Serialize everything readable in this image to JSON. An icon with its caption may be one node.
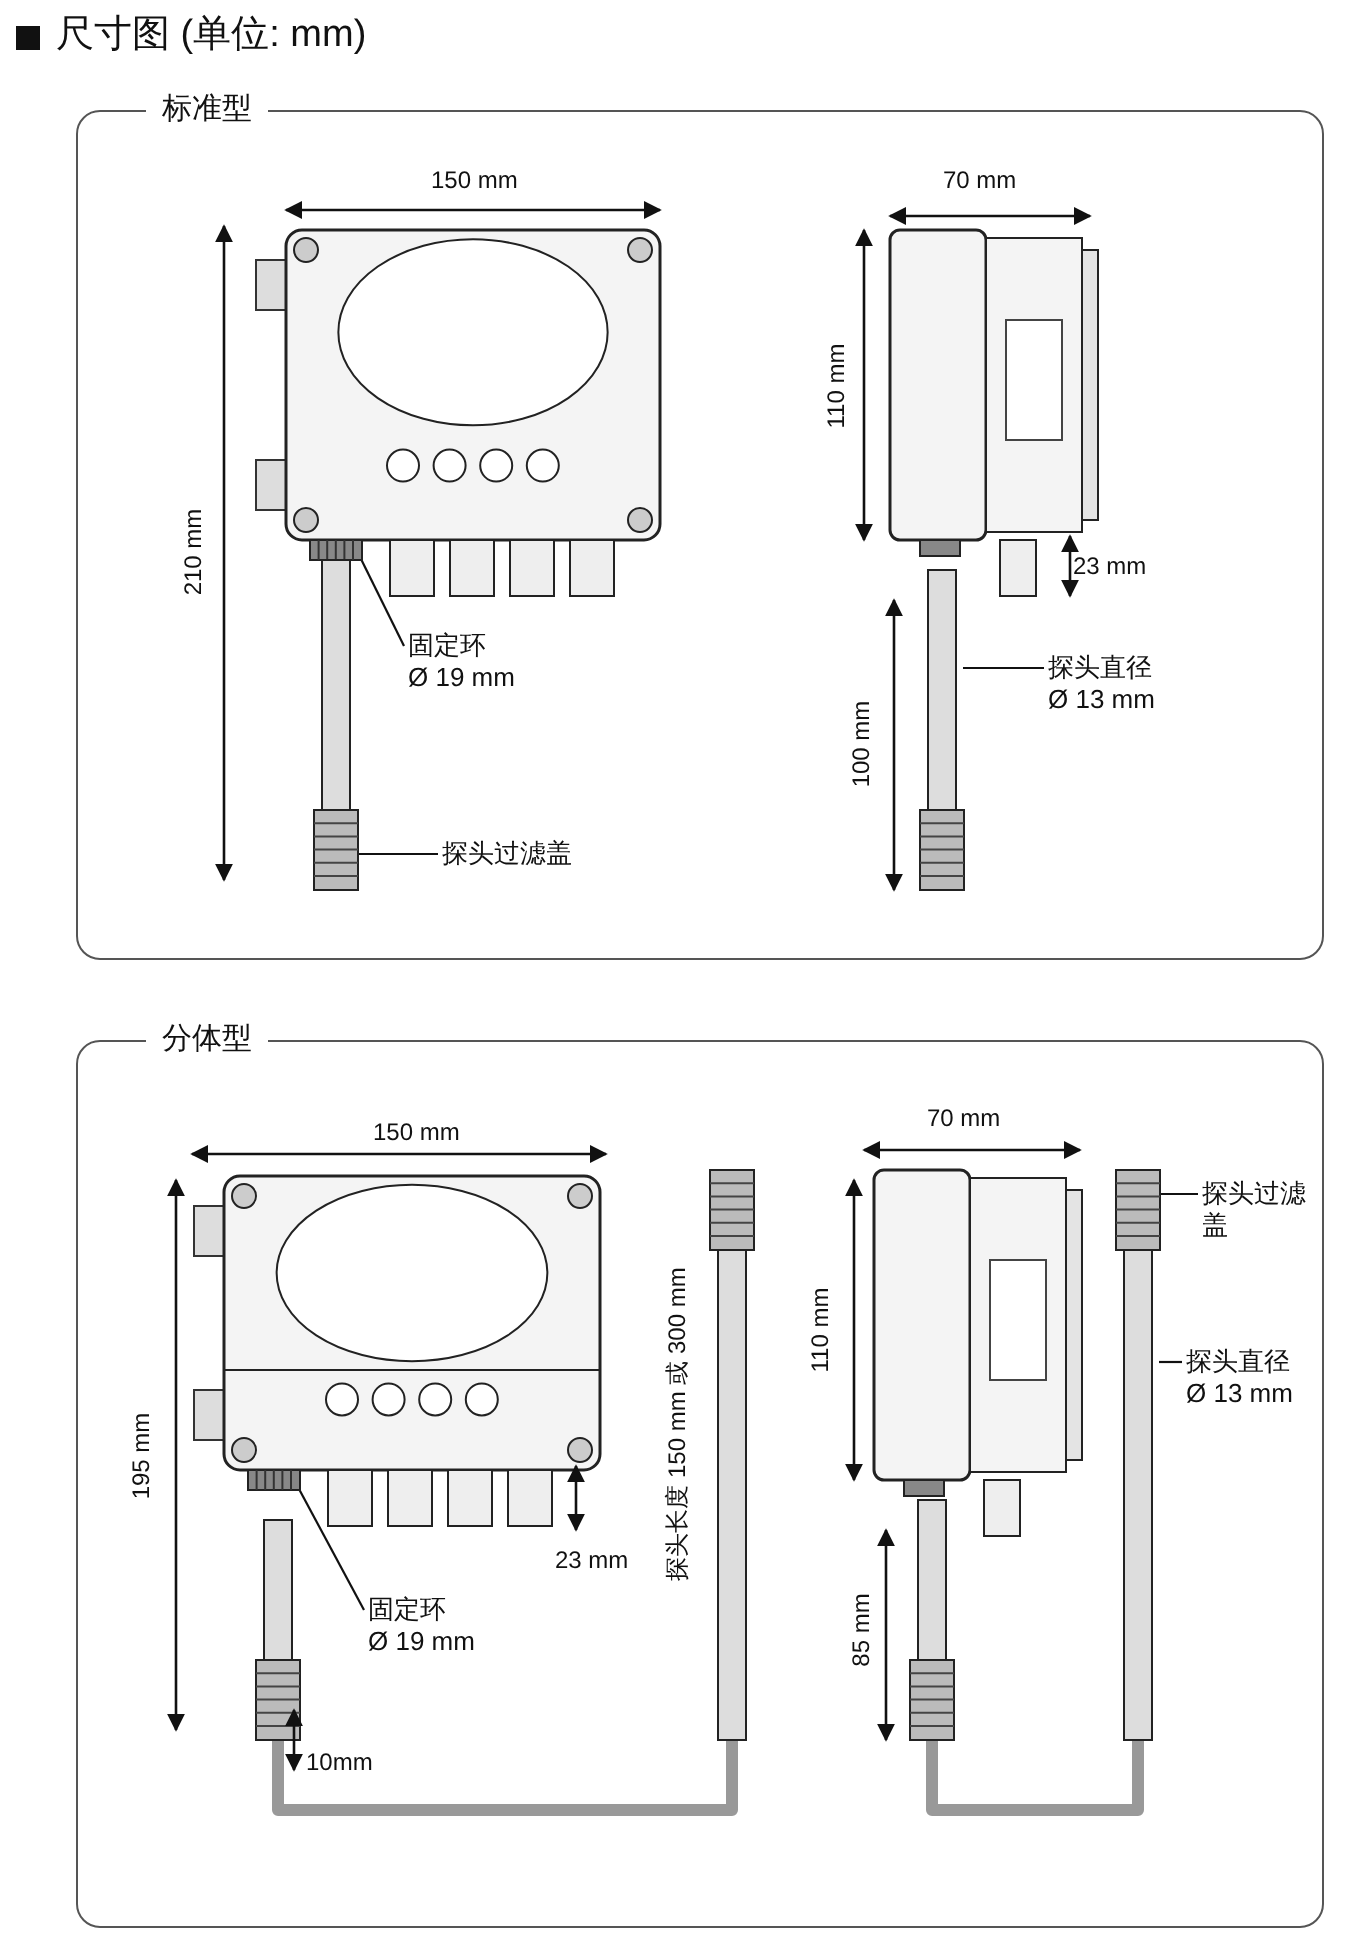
{
  "diagram": {
    "title": "尺寸图 (单位: mm)",
    "nodes": [
      {
        "text": [
          "标准型"
        ]
      },
      {
        "text": [
          "固定环 Ø 19 mm"
        ],
        "in": 0
      },
      {
        "text": [
          "探头直径 Ø 13 mm"
        ],
        "in": 0
      },
      {
        "text": [
          "探头过滤盖"
        ],
        "in": 0
      },
      {
        "text": [
          "分体型"
        ]
      },
      {
        "text": [
          "固定环 Ø 19 mm"
        ],
        "in": 4
      },
      {
        "text": [
          "探头过滤盖"
        ],
        "in": 4
      },
      {
        "text": [
          "探头直径 Ø 13 mm"
        ],
        "in": 4
      },
      {
        "text": [],
        "shape": "bar",
        "in": 0
      },
      {
        "text": [],
        "shape": "bar",
        "in": 0
      },
      {
        "text": [],
        "shape": "bar",
        "in": 0
      },
      {
        "text": [],
        "shape": "bar",
        "in": 4
      },
      {
        "text": [],
        "shape": "bar",
        "in": 4
      }
    ],
    "edges": [
      {
        "from": 1,
        "to": 8,
        "arrow": "none"
      },
      {
        "from": 2,
        "to": 10,
        "arrow": "none"
      },
      {
        "from": 3,
        "to": 9,
        "arrow": "none"
      },
      {
        "from": 5,
        "to": 11,
        "arrow": "none"
      },
      {
        "from": 6,
        "to": 12,
        "arrow": "none"
      },
      {
        "from": 7,
        "to": 12,
        "arrow": "none"
      }
    ],
    "labels": [
      "150 mm",
      "70 mm",
      "110 mm",
      "210 mm",
      "23 mm",
      "100 mm",
      "150 mm",
      "70 mm",
      "195 mm",
      "110 mm",
      "23 mm",
      "探头长度 150 mm 或 300 mm",
      "85 mm",
      "10mm"
    ]
  }
}
